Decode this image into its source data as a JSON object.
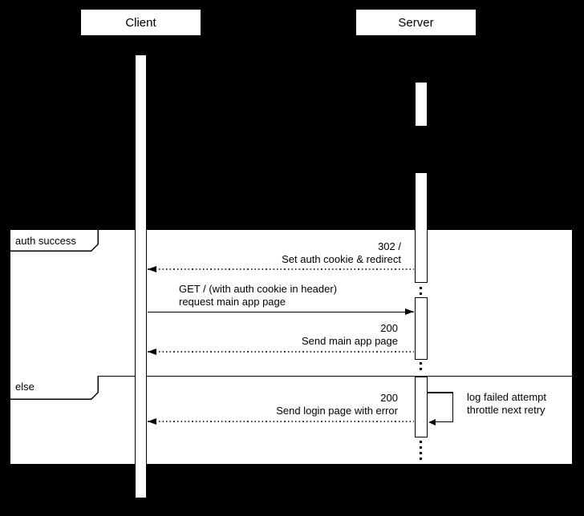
{
  "colors": {
    "background": "#000000",
    "surface": "#ffffff",
    "ink": "#000000",
    "dotted": "#3a3a3a"
  },
  "participants": [
    {
      "label": "Client"
    },
    {
      "label": "Server"
    }
  ],
  "fragment": {
    "operands": [
      {
        "guard": "auth success"
      },
      {
        "guard": "else"
      }
    ]
  },
  "messages": [
    {
      "type": "reply",
      "from": "Server",
      "to": "Client",
      "lines": [
        "302 /",
        "Set auth cookie & redirect"
      ]
    },
    {
      "type": "call",
      "from": "Client",
      "to": "Server",
      "lines": [
        "GET / (with auth cookie in header)",
        "request main app page"
      ]
    },
    {
      "type": "reply",
      "from": "Server",
      "to": "Client",
      "lines": [
        "200",
        "Send main app page"
      ]
    },
    {
      "type": "reply",
      "from": "Server",
      "to": "Client",
      "lines": [
        "200",
        "Send login page with error"
      ]
    },
    {
      "type": "self",
      "on": "Server",
      "lines": [
        "log failed attempt",
        "throttle next retry"
      ]
    }
  ]
}
